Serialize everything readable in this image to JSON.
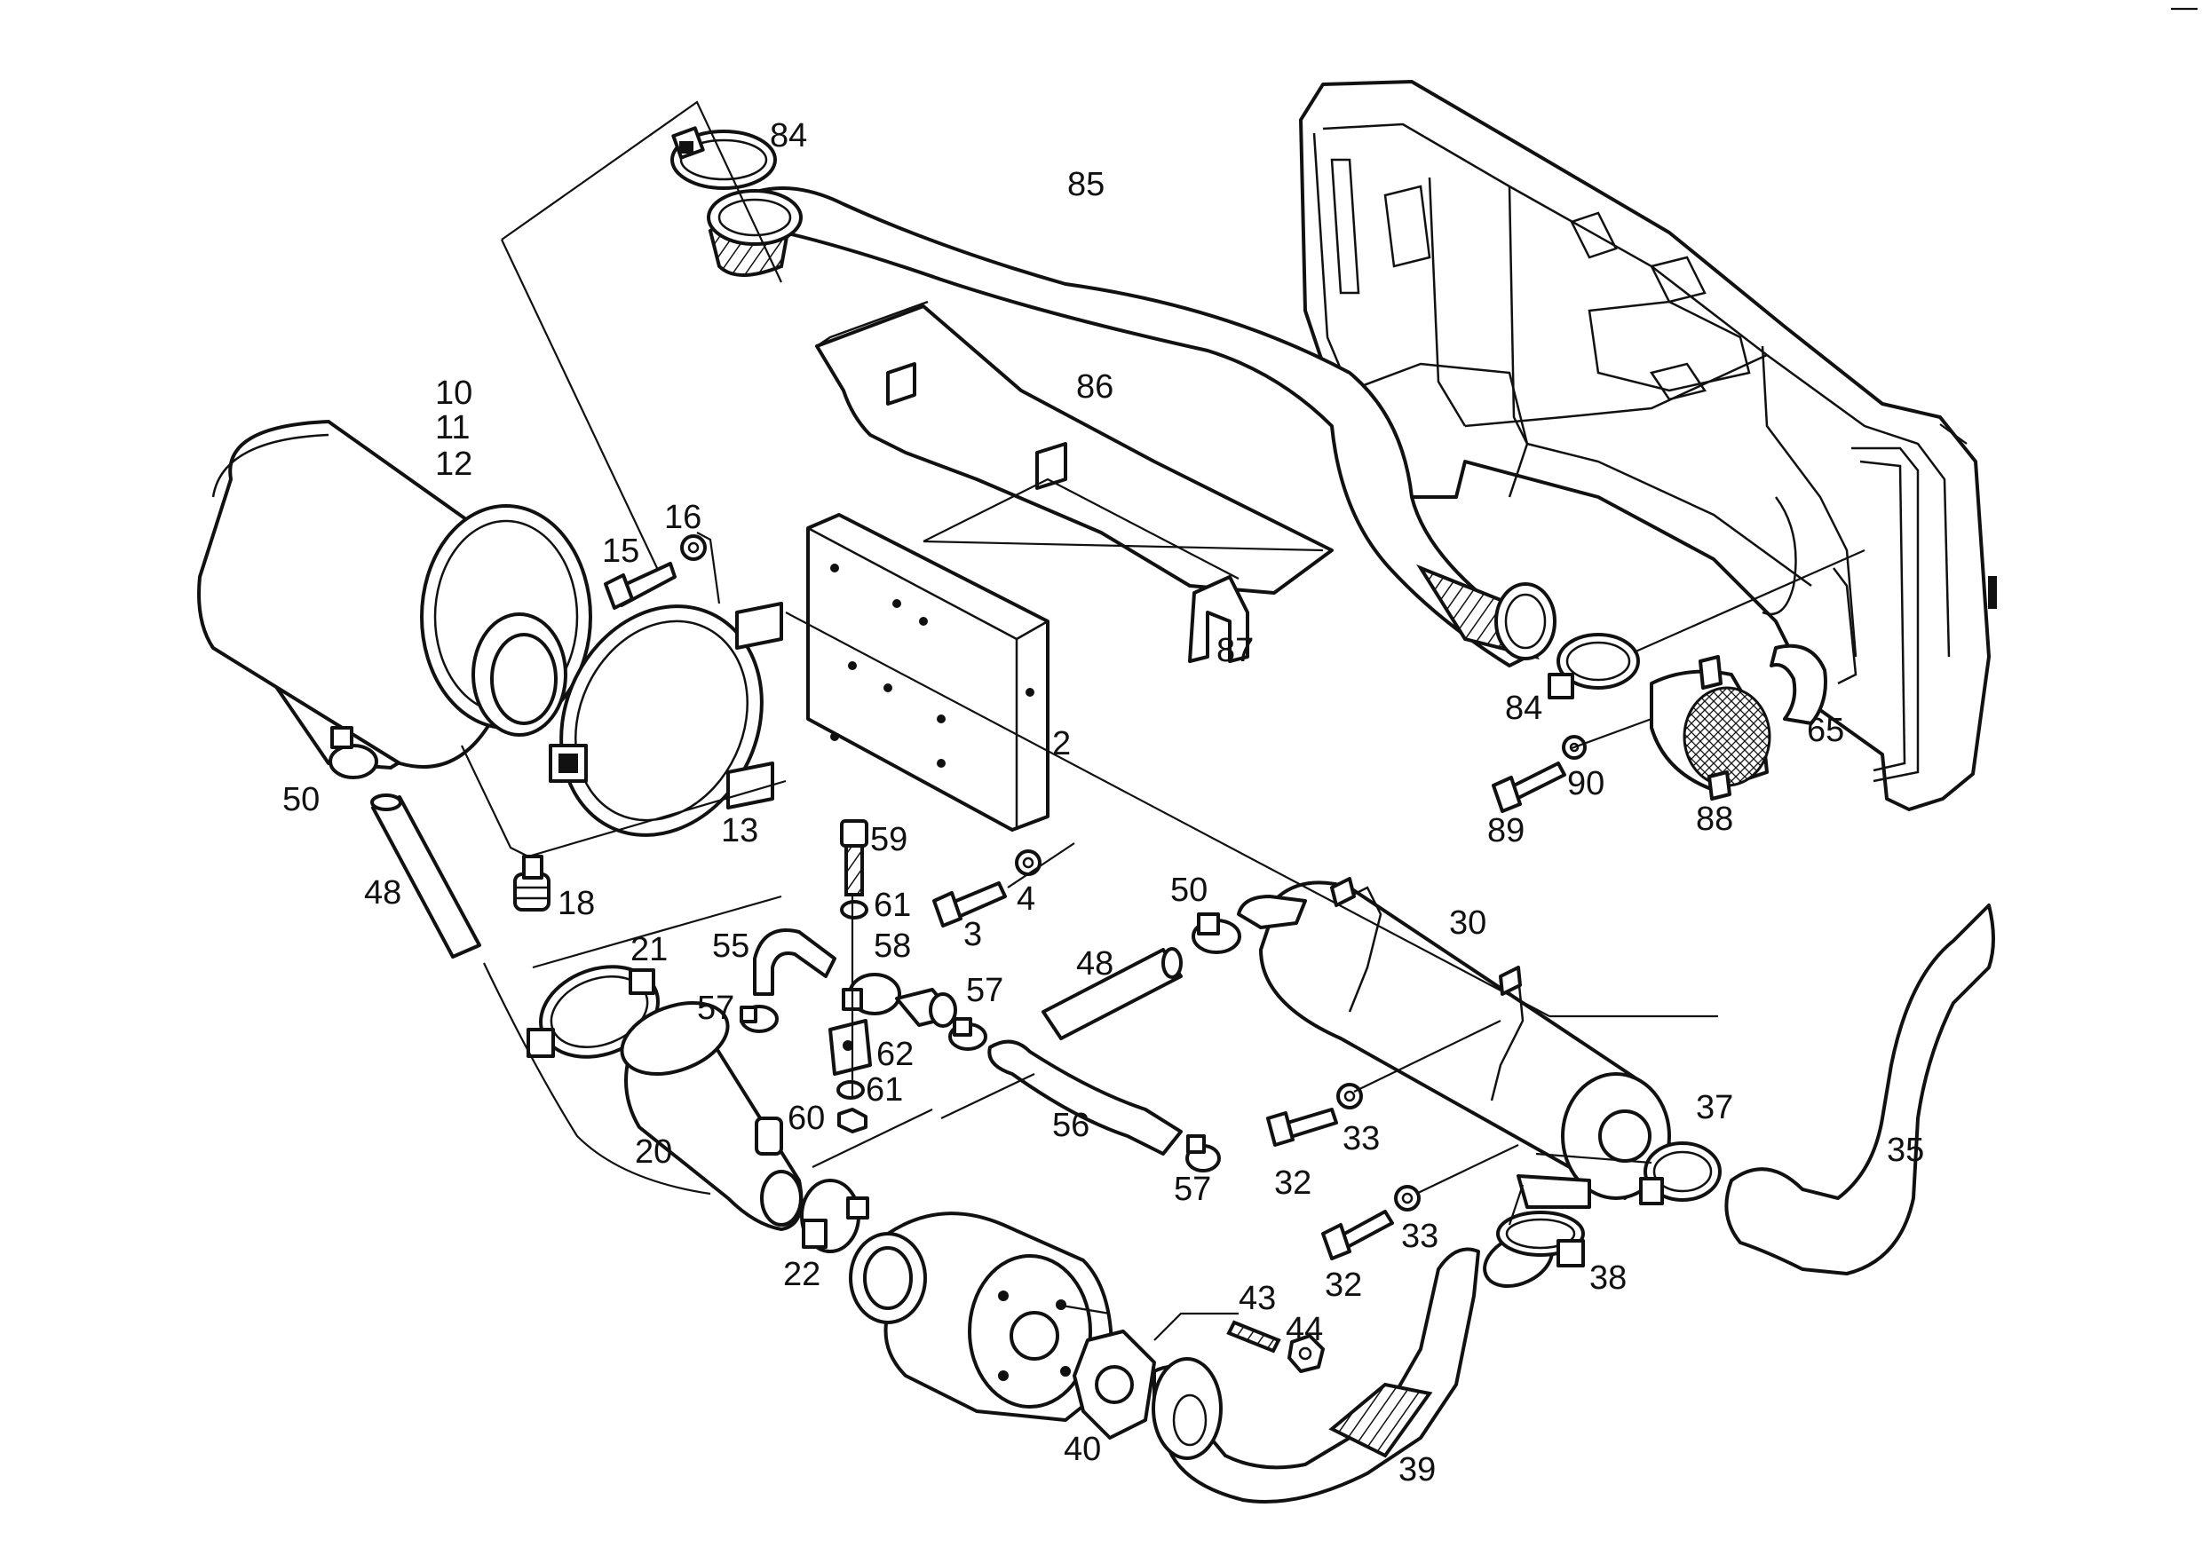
{
  "diagram": {
    "labels": {
      "p10": "10",
      "p11": "11",
      "p12": "12",
      "p15": "15",
      "p16": "16",
      "p84a": "84",
      "p85": "85",
      "p86": "86",
      "p87": "87",
      "p2": "2",
      "p13": "13",
      "p18": "18",
      "p50a": "50",
      "p48a": "48",
      "p59": "59",
      "p61a": "61",
      "p3": "3",
      "p4": "4",
      "p84b": "84",
      "p90": "90",
      "p89": "89",
      "p88": "88",
      "p65": "65",
      "p55": "55",
      "p58": "58",
      "p21": "21",
      "p57a": "57",
      "p62": "62",
      "p61b": "61",
      "p60": "60",
      "p57b": "57",
      "p48b": "48",
      "p50b": "50",
      "p30": "30",
      "p56": "56",
      "p20": "20",
      "p22": "22",
      "p57c": "57",
      "p32a": "32",
      "p33a": "33",
      "p32b": "32",
      "p33b": "33",
      "p37": "37",
      "p35": "35",
      "p38": "38",
      "p43": "43",
      "p44": "44",
      "p40": "40",
      "p39": "39"
    },
    "colors": {
      "line": "#111111",
      "paper": "#ffffff"
    }
  }
}
